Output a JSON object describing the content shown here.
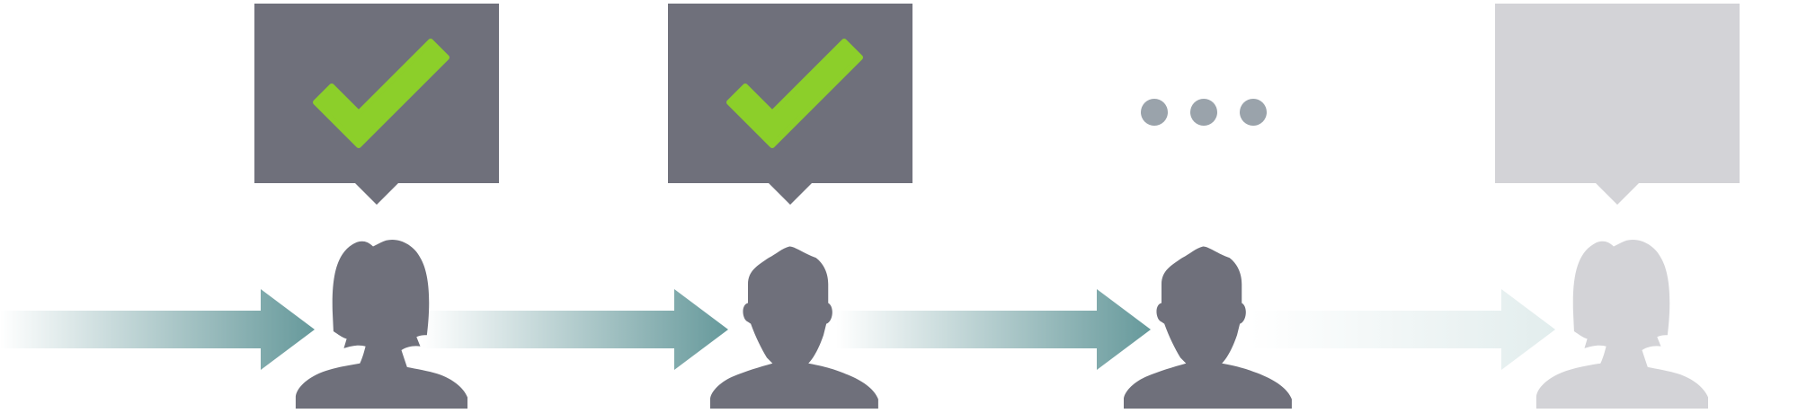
{
  "colors": {
    "active": "#6f707b",
    "inactive": "#d3d3d7",
    "check": "#8ccf2a",
    "dots": "#9aa3ab",
    "arrow": "#66999b",
    "arrow_faded": "#e2eded"
  },
  "steps": [
    {
      "person": "woman",
      "status": "approved",
      "icon": "check-icon",
      "state": "active"
    },
    {
      "person": "man",
      "status": "approved",
      "icon": "check-icon",
      "state": "active"
    },
    {
      "person": "man",
      "status": "pending",
      "icon": "ellipsis-icon",
      "state": "active"
    },
    {
      "person": "woman",
      "status": "waiting",
      "icon": "",
      "state": "inactive"
    }
  ],
  "arrows": [
    {
      "state": "active"
    },
    {
      "state": "active"
    },
    {
      "state": "active"
    },
    {
      "state": "faded"
    }
  ]
}
